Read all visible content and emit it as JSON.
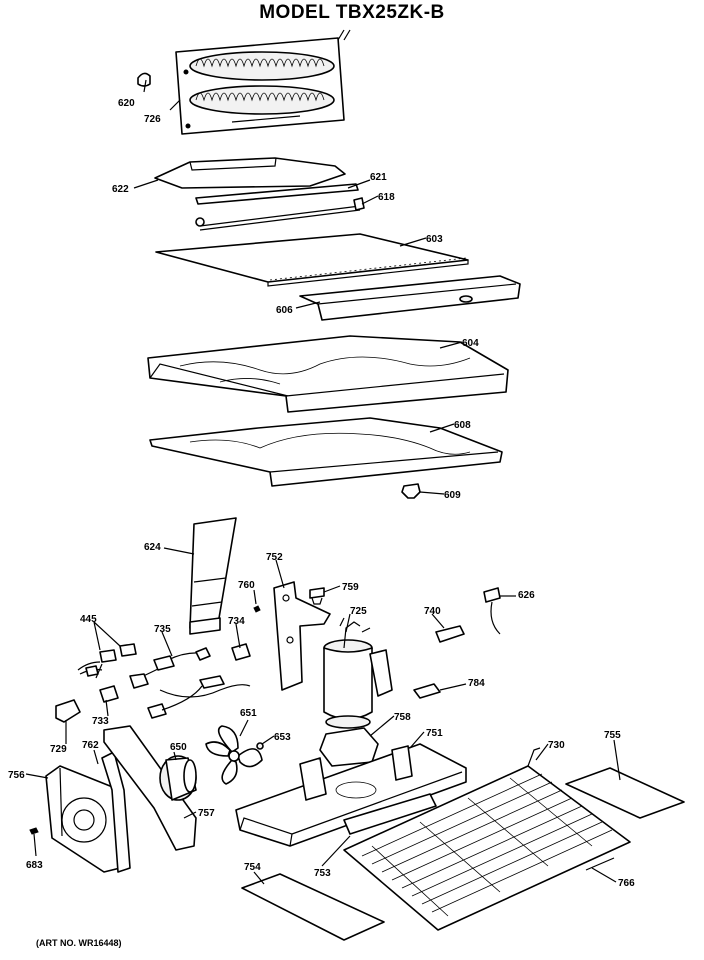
{
  "title": "MODEL TBX25ZK-B",
  "art_number": "(ART NO. WR16448)",
  "parts": {
    "p620": "620",
    "p726": "726",
    "p622": "622",
    "p621": "621",
    "p618": "618",
    "p603": "603",
    "p606": "606",
    "p604": "604",
    "p608": "608",
    "p609": "609",
    "p624": "624",
    "p752": "752",
    "p760": "760",
    "p759": "759",
    "p725": "725",
    "p740": "740",
    "p626": "626",
    "p445": "445",
    "p735": "735",
    "p734": "734",
    "p784": "784",
    "p733": "733",
    "p729": "729",
    "p762": "762",
    "p651": "651",
    "p653": "653",
    "p758": "758",
    "p751": "751",
    "p730": "730",
    "p755": "755",
    "p650": "650",
    "p756": "756",
    "p757": "757",
    "p683": "683",
    "p754": "754",
    "p753": "753",
    "p766": "766"
  }
}
